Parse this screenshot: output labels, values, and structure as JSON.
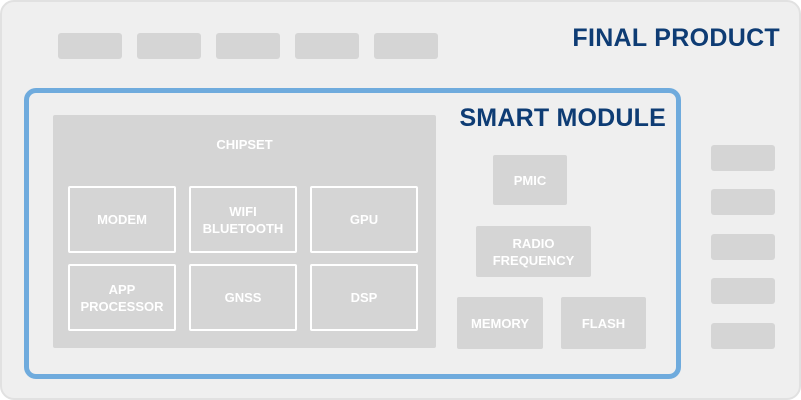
{
  "final_product": {
    "title": "FINAL PRODUCT"
  },
  "smart_module": {
    "title": "SMART MODULE",
    "chipset": {
      "title": "CHIPSET",
      "cells": [
        "MODEM",
        "WIFI\nBLUETOOTH",
        "GPU",
        "APP\nPROCESSOR",
        "GNSS",
        "DSP"
      ]
    },
    "pmic": "PMIC",
    "radio_frequency": "RADIO\nFREQUENCY",
    "memory": "MEMORY",
    "flash": "FLASH"
  },
  "colors": {
    "title": "#0e3c74",
    "module_border": "#6fabdd",
    "block_fill": "#d5d5d5",
    "background": "#efefef"
  }
}
